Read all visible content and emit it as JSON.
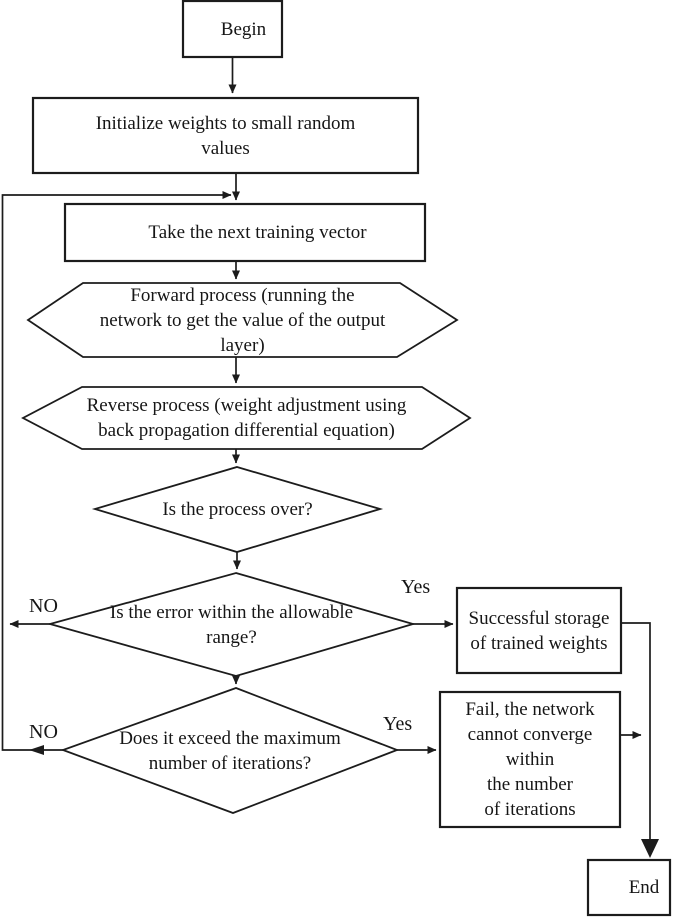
{
  "flowchart": {
    "background_color": "#ffffff",
    "stroke_color": "#1c1c1c",
    "text_color": "#161616",
    "nodes": {
      "begin": {
        "type": "terminator",
        "label": "Begin"
      },
      "init": {
        "type": "process",
        "label": "Initialize weights to small random\nvalues"
      },
      "take": {
        "type": "process",
        "label": "Take the next training vector"
      },
      "forward": {
        "type": "hexagon",
        "label": "Forward process (running the\nnetwork to get the value of the output\nlayer)"
      },
      "reverse": {
        "type": "hexagon",
        "label": "Reverse process (weight adjustment using\nback propagation differential equation)"
      },
      "process_over": {
        "type": "decision",
        "label": "Is the process over?"
      },
      "error_range": {
        "type": "decision",
        "label": "Is the error within the allowable\nrange?"
      },
      "iterations": {
        "type": "decision",
        "label": "Does it exceed the maximum\nnumber of iterations?"
      },
      "success": {
        "type": "process",
        "label": "Successful storage\nof trained weights"
      },
      "fail": {
        "type": "process",
        "label": "Fail, the network\ncannot converge\nwithin\nthe number\nof iterations"
      },
      "end": {
        "type": "terminator",
        "label": "End"
      }
    },
    "branch_labels": {
      "error_no": "NO",
      "error_yes": "Yes",
      "iter_no": "NO",
      "iter_yes": "Yes"
    },
    "edges": [
      {
        "from": "begin",
        "to": "init"
      },
      {
        "from": "init",
        "to": "take"
      },
      {
        "from": "take",
        "to": "forward"
      },
      {
        "from": "forward",
        "to": "reverse"
      },
      {
        "from": "reverse",
        "to": "process_over"
      },
      {
        "from": "process_over",
        "to": "error_range"
      },
      {
        "from": "error_range",
        "to": "iterations"
      },
      {
        "from": "error_range",
        "to": "take",
        "label": "NO"
      },
      {
        "from": "error_range",
        "to": "success",
        "label": "Yes"
      },
      {
        "from": "iterations",
        "to": "take",
        "label": "NO"
      },
      {
        "from": "iterations",
        "to": "fail",
        "label": "Yes"
      },
      {
        "from": "success",
        "to": "end"
      },
      {
        "from": "fail",
        "to": "end"
      }
    ]
  }
}
